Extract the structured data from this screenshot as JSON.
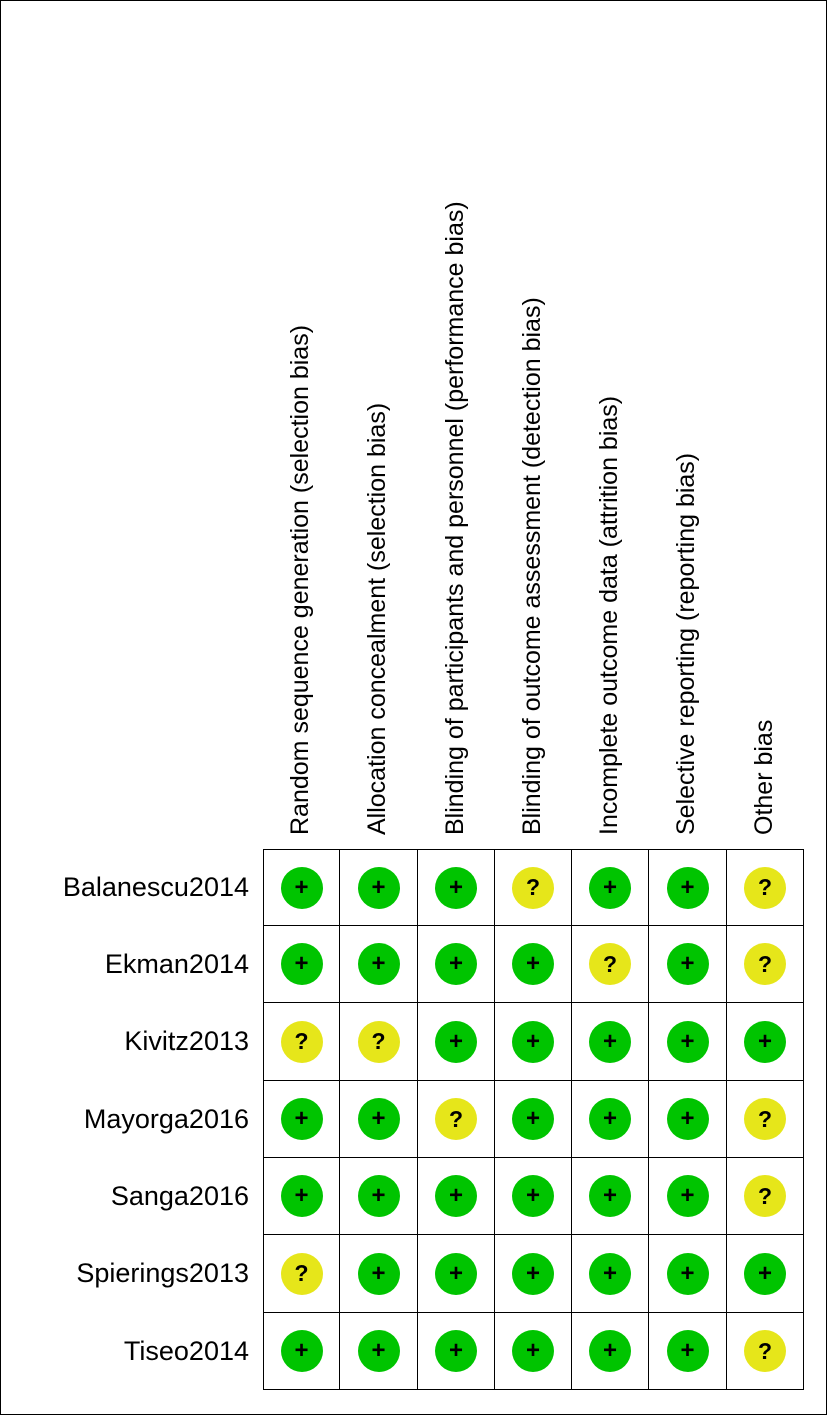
{
  "domains": [
    "Random sequence generation (selection bias)",
    "Allocation concealment (selection bias)",
    "Blinding of participants and personnel (performance bias)",
    "Blinding of outcome assessment (detection bias)",
    "Incomplete outcome data (attrition bias)",
    "Selective reporting (reporting bias)",
    "Other bias"
  ],
  "studies": [
    "Balanescu2014",
    "Ekman2014",
    "Kivitz2013",
    "Mayorga2016",
    "Sanga2016",
    "Spierings2013",
    "Tiseo2014"
  ],
  "judgements": [
    [
      "low",
      "low",
      "low",
      "unclear",
      "low",
      "low",
      "unclear"
    ],
    [
      "low",
      "low",
      "low",
      "low",
      "unclear",
      "low",
      "unclear"
    ],
    [
      "unclear",
      "unclear",
      "low",
      "low",
      "low",
      "low",
      "low"
    ],
    [
      "low",
      "low",
      "unclear",
      "low",
      "low",
      "low",
      "unclear"
    ],
    [
      "low",
      "low",
      "low",
      "low",
      "low",
      "low",
      "unclear"
    ],
    [
      "unclear",
      "low",
      "low",
      "low",
      "low",
      "low",
      "low"
    ],
    [
      "low",
      "low",
      "low",
      "low",
      "low",
      "low",
      "unclear"
    ]
  ],
  "symbols": {
    "low": "+",
    "unclear": "?"
  },
  "colors": {
    "low": "#00c400",
    "unclear": "#e6e61a",
    "border": "#000000"
  }
}
